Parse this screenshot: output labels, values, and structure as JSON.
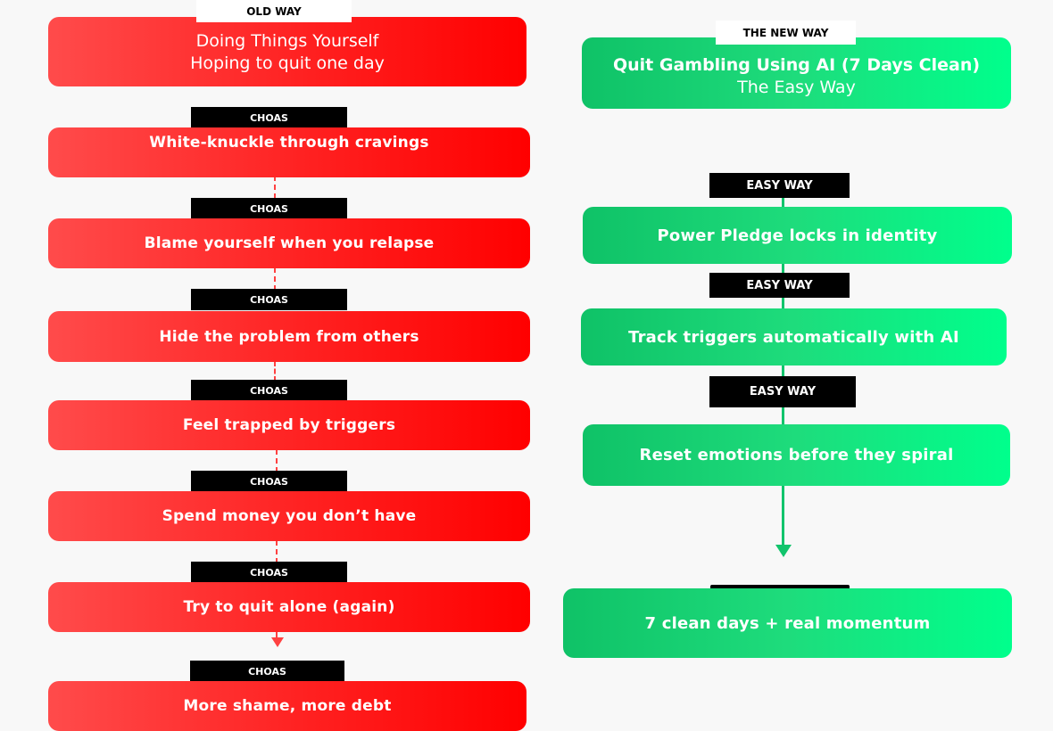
{
  "old": {
    "header_tag": "OLD WAY",
    "header_line1": "Doing Things Yourself",
    "header_line2": "Hoping to quit one day",
    "step_tag": "CHOAS",
    "steps": [
      "White-knuckle through cravings",
      "Blame yourself when you relapse",
      "Hide the problem from others",
      "Feel trapped by triggers",
      "Spend money you don’t have",
      "Try to quit alone (again)",
      "More shame, more debt"
    ]
  },
  "new": {
    "header_tag": "THE NEW WAY",
    "header_line1": "Quit Gambling Using AI (7 Days Clean)",
    "header_line2": "The Easy Way",
    "step_tag": "EASY WAY",
    "steps": [
      "Power Pledge locks in identity",
      "Track triggers automatically with AI",
      "Reset emotions before they spiral",
      "7 clean days + real momentum"
    ]
  },
  "colors": {
    "old_red": "#ff1a1a",
    "new_green": "#1edc7c",
    "tag_black": "#000000",
    "background": "#f8f8f8"
  }
}
